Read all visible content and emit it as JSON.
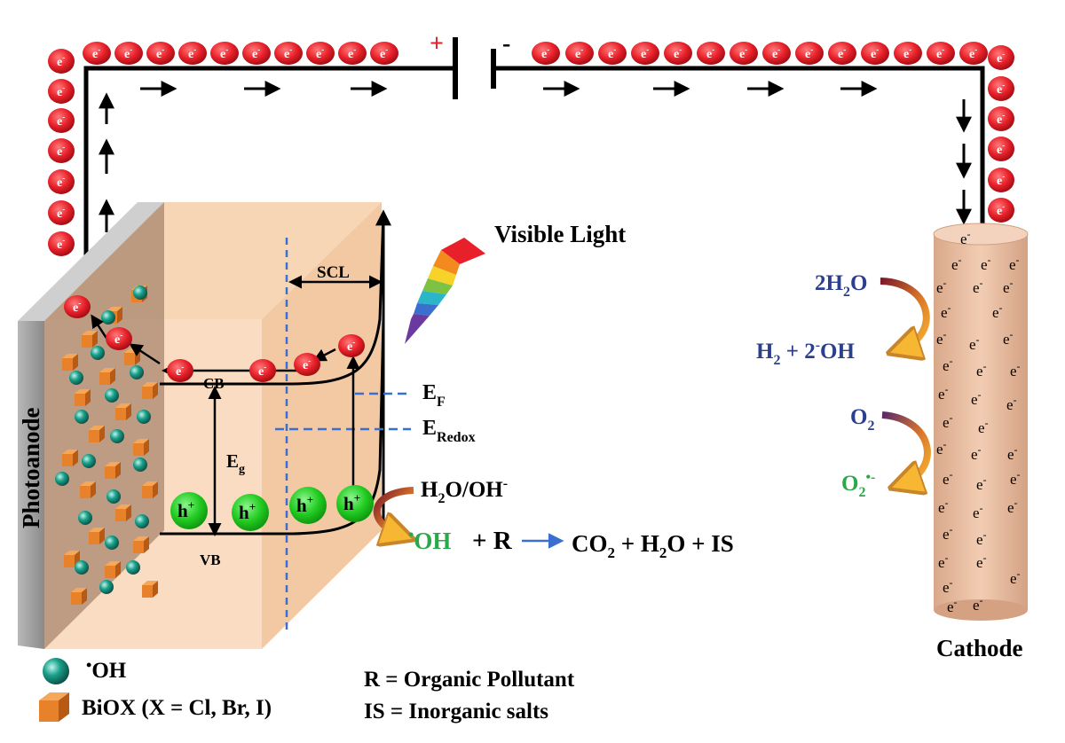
{
  "battery": {
    "plus": "+",
    "minus": "-"
  },
  "electron": {
    "symbol": "e",
    "charge": "-"
  },
  "hole": {
    "symbol": "h",
    "charge": "+"
  },
  "labels": {
    "photoanode": "Photoanode",
    "cathode": "Cathode",
    "visible_light": "Visible Light",
    "scl": "SCL",
    "cb": "CB",
    "vb": "VB",
    "eg_main": "E",
    "eg_sub": "g",
    "ef_main": "E",
    "ef_sub": "F",
    "eredox_main": "E",
    "eredox_sub": "Redox"
  },
  "reactions": {
    "anode_reactant_a": "H",
    "anode_reactant_sub": "2",
    "anode_reactant_b": "O/OH",
    "anode_reactant_sup": "-",
    "oh_radical": "OH",
    "radical_dot": "•",
    "plus_r": "+ R",
    "products_a": "CO",
    "products_sub1": "2",
    "products_b": " + H",
    "products_sub2": "2",
    "products_c": "O + IS",
    "cathode_r1_a": "2H",
    "cathode_r1_sub": "2",
    "cathode_r1_b": "O",
    "cathode_p1_a": "H",
    "cathode_p1_sub": "2",
    "cathode_p1_b": " + 2",
    "cathode_p1_sup": "-",
    "cathode_p1_c": "OH",
    "cathode_r2_a": "O",
    "cathode_r2_sub": "2",
    "cathode_p2_a": "O",
    "cathode_p2_sub": "2",
    "cathode_p2_sup": "•-"
  },
  "legend": {
    "oh_item": "OH",
    "biox_item": "BiOX (X = Cl, Br, I)",
    "r_def": "R = Organic Pollutant",
    "is_def": "IS = Inorganic salts"
  },
  "colors": {
    "electron_red": "#e8202a",
    "hole_green": "#22cc22",
    "radical_green": "#2aa84a",
    "reaction_blue": "#2c3f8f",
    "dashed_blue": "#3a6fd0",
    "cube_orange": "#e8822a",
    "sphere_teal": "#1aa08a",
    "semiconductor": "#f9dcc1",
    "cathode_rod": "#e8bfa0",
    "photoanode_plate": "#9a9a9a"
  }
}
